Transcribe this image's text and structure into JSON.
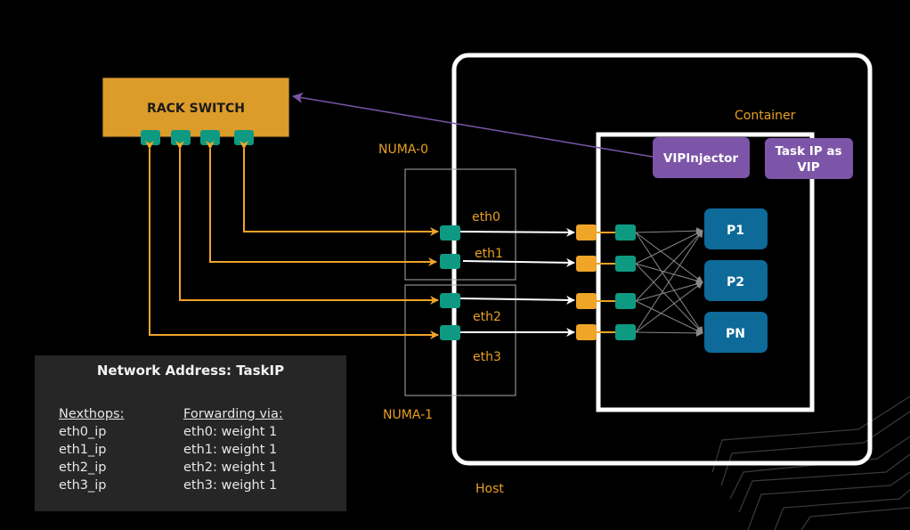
{
  "rack_switch": {
    "label": "RACK SWITCH",
    "port_count": 4
  },
  "numa_labels": [
    "NUMA-0",
    "NUMA-1"
  ],
  "interfaces": [
    "eth0",
    "eth1",
    "eth2",
    "eth3"
  ],
  "host_label": "Host",
  "container_label": "Container",
  "vip_injector": {
    "label": "VIPInjector"
  },
  "task_ip_vip": {
    "line1": "Task IP as",
    "line2": "VIP"
  },
  "processes": [
    "P1",
    "P2",
    "PN"
  ],
  "info": {
    "title": "Network Address: TaskIP",
    "nexthops_header": "Nexthops:",
    "forwarding_header": "Forwarding via:",
    "nexthops": [
      "eth0_ip",
      "eth1_ip",
      "eth2_ip",
      "eth3_ip"
    ],
    "forwarding": [
      "eth0: weight 1",
      "eth1: weight 1",
      "eth2: weight 1",
      "eth3: weight 1"
    ]
  },
  "colors": {
    "switch": "#dc9c2a",
    "port_teal": "#0e9a82",
    "port_orange": "#f0a428",
    "link_orange": "#f0a428",
    "vip_purple": "#7c55a8",
    "process_blue": "#0d6a99",
    "label_orange": "#e8a020"
  }
}
